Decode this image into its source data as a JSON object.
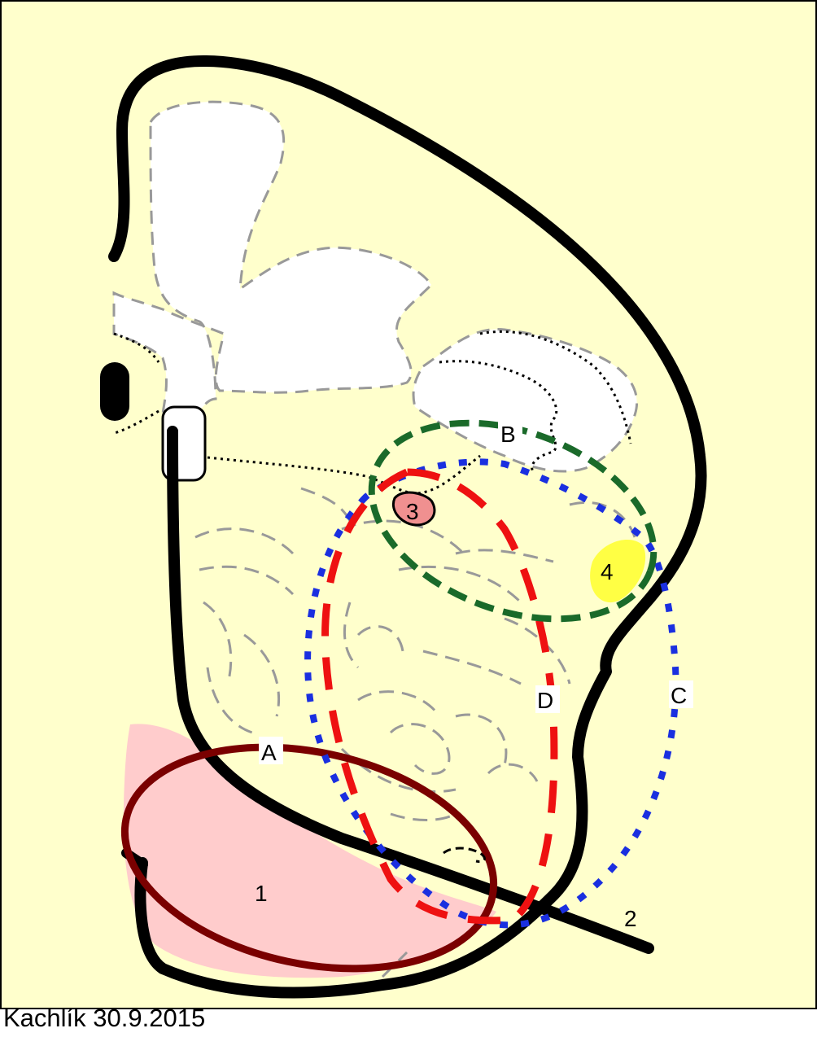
{
  "labels": {
    "A": "A",
    "B": "B",
    "C": "C",
    "D": "D",
    "n1": "1",
    "n2": "2",
    "n3": "3",
    "n4": "4"
  },
  "author_line": "Kachlík 30.9.2015",
  "colors": {
    "background": "#ffffcc",
    "outline": "#000000",
    "bone_fill": "#ffffff",
    "bone_outline": "#999999",
    "region_A": "#7a0000",
    "region_B": "#1a6a2a",
    "region_C": "#1a2fe0",
    "region_D": "#ee1111",
    "structure_1": "#ffcccc",
    "structure_3": "#f09090",
    "structure_4": "#ffff44"
  }
}
